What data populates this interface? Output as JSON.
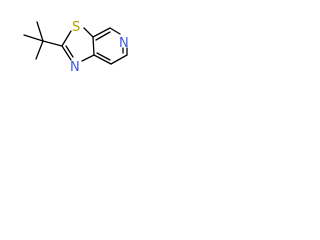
{
  "molecule": {
    "colors": {
      "carbon_bond": "#000000",
      "sulfur": "#b8a000",
      "nitrogen": "#3a5bd9"
    },
    "atoms": {
      "sulfur": "S",
      "ring_nitrogen": "N",
      "thiazole_nitrogen": "N"
    }
  }
}
